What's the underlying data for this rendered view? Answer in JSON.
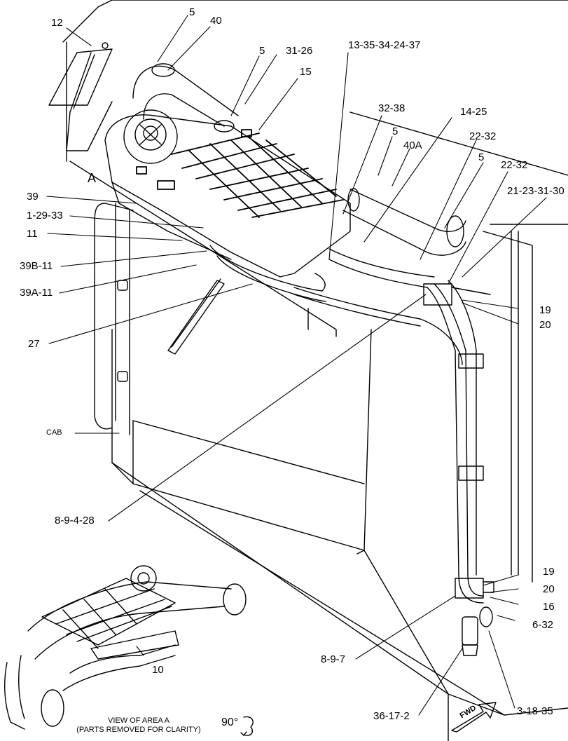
{
  "callouts": {
    "c12": "12",
    "c5a": "5",
    "c40": "40",
    "c5b": "5",
    "c31_26": "31-26",
    "c15": "15",
    "c13_35": "13-35-34-24-37",
    "c32_38": "32-38",
    "c14_25": "14-25",
    "c5c": "5",
    "c22_32a": "22-32",
    "c40A": "40A",
    "c5d": "5",
    "c22_32b": "22-32",
    "c21_23": "21-23-31-30",
    "cA": "A",
    "c39": "39",
    "c1_29": "1-29-33",
    "c11": "11",
    "c39B": "39B-11",
    "c39A": "39A-11",
    "c27": "27",
    "c19a": "19",
    "c20a": "20",
    "cCAB": "CAB",
    "c8_9_4": "8-9-4-28",
    "c19b": "19",
    "c20b": "20",
    "c16": "16",
    "c6_32": "6-32",
    "c8_9_7": "8-9-7",
    "c36": "36-17-2",
    "c3_18": "3-18-35",
    "c10": "10",
    "cView1": "VIEW OF AREA A",
    "cView2": "(PARTS REMOVED FOR CLARITY)",
    "cRot": "90°",
    "cFwd": "FWD"
  }
}
